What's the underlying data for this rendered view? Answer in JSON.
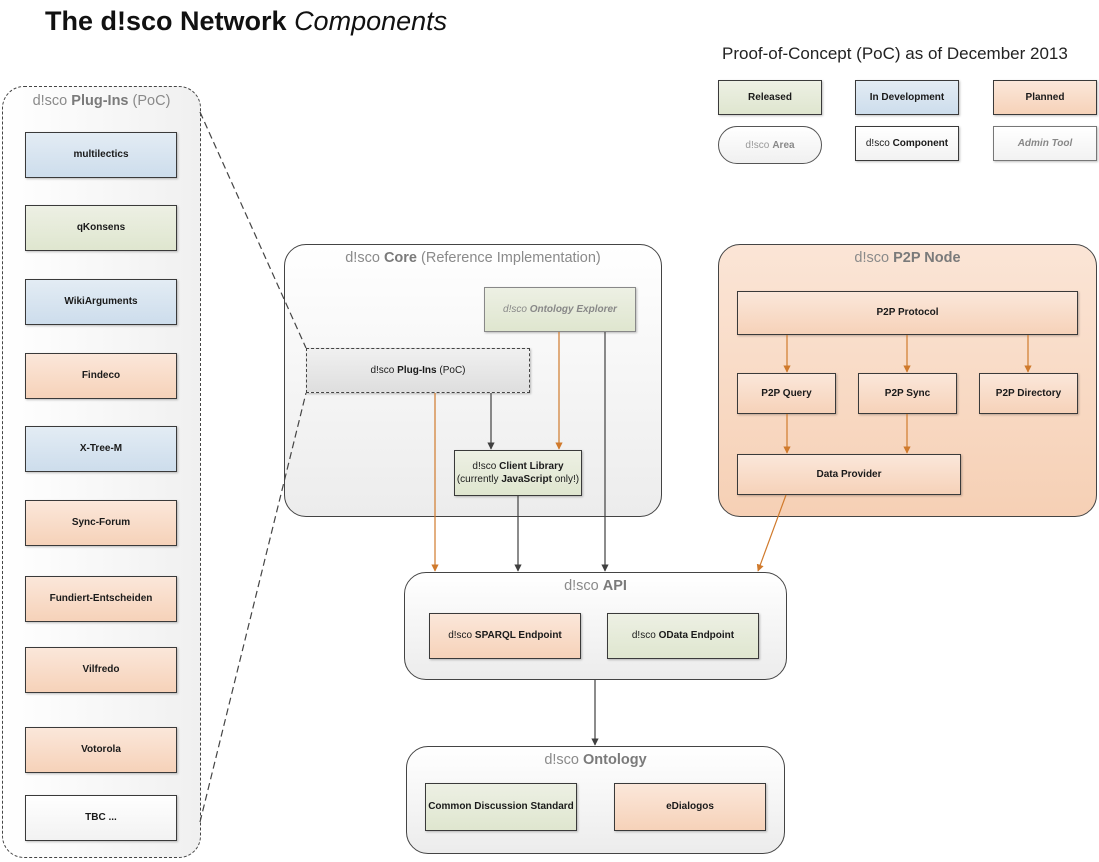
{
  "header": {
    "title_bold": "The d!sco Network",
    "title_italic": "Components",
    "subtitle": "Proof-of-Concept (PoC) as of December 2013"
  },
  "legend": {
    "released": "Released",
    "in_development": "In Development",
    "planned": "Planned",
    "area_prefix": "d!sco",
    "area_label": "Area",
    "component_prefix": "d!sco",
    "component_label": "Component",
    "admin_tool": "Admin Tool"
  },
  "colors": {
    "released": "#dfe6cf",
    "in_development": "#cdddec",
    "planned": "#f6d2b9",
    "arrow_orange": "#d07a2c",
    "arrow_dark": "#404040"
  },
  "plugins": {
    "title_prefix": "d!sco",
    "title_bold": "Plug-Ins",
    "title_suffix": "(PoC)",
    "items": [
      {
        "label": "multilectics",
        "status": "in_development"
      },
      {
        "label": "qKonsens",
        "status": "released"
      },
      {
        "label": "WikiArguments",
        "status": "in_development"
      },
      {
        "label": "Findeco",
        "status": "planned"
      },
      {
        "label": "X-Tree-M",
        "status": "in_development"
      },
      {
        "label": "Sync-Forum",
        "status": "planned"
      },
      {
        "label": "Fundiert-Entscheiden",
        "status": "planned"
      },
      {
        "label": "Vilfredo",
        "status": "planned"
      },
      {
        "label": "Votorola",
        "status": "planned"
      },
      {
        "label": "TBC ...",
        "status": "component"
      }
    ]
  },
  "core": {
    "title_prefix": "d!sco",
    "title_bold": "Core",
    "title_suffix": "(Reference Implementation)",
    "ontology_explorer_prefix": "d!sco",
    "ontology_explorer_label": "Ontology Explorer",
    "plugins_prefix": "d!sco",
    "plugins_bold": "Plug-Ins",
    "plugins_suffix": "(PoC)",
    "client_library_prefix": "d!sco",
    "client_library_bold": "Client Library",
    "client_library_line2_pre": "(currently",
    "client_library_line2_bold": "JavaScript",
    "client_library_line2_post": "only!)"
  },
  "p2p": {
    "title_prefix": "d!sco",
    "title_bold": "P2P Node",
    "protocol": "P2P Protocol",
    "query": "P2P Query",
    "sync": "P2P Sync",
    "directory": "P2P Directory",
    "data_provider": "Data Provider"
  },
  "api": {
    "title_prefix": "d!sco",
    "title_bold": "API",
    "sparql_prefix": "d!sco",
    "sparql_bold": "SPARQL Endpoint",
    "odata_prefix": "d!sco",
    "odata_bold": "OData Endpoint"
  },
  "ontology": {
    "title_prefix": "d!sco",
    "title_bold": "Ontology",
    "cds": "Common Discussion Standard",
    "edialogos": "eDialogos"
  }
}
